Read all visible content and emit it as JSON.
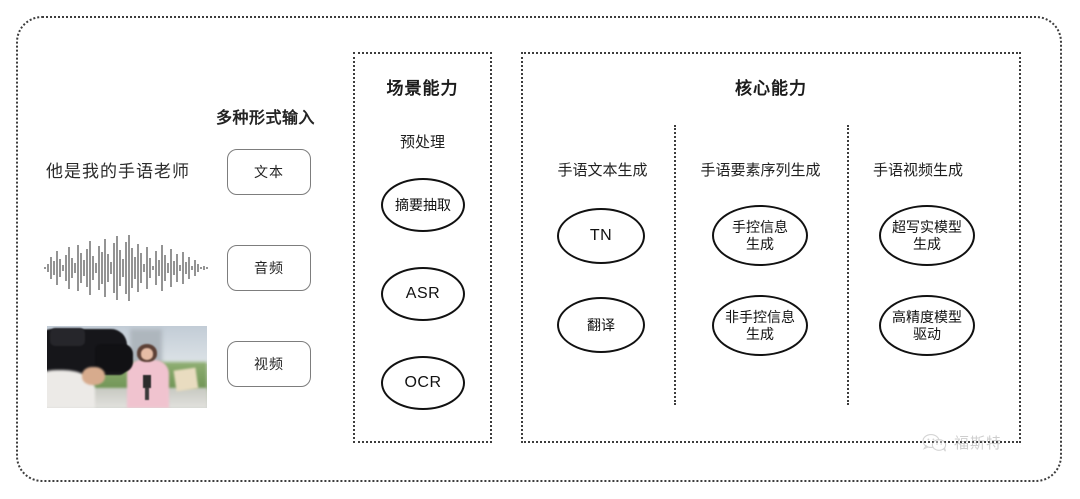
{
  "diagram": {
    "input_section": {
      "heading": "多种形式输入",
      "sample_text": "他是我的手语老师",
      "modality_pills": [
        {
          "label": "文本"
        },
        {
          "label": "音频"
        },
        {
          "label": "视频"
        }
      ],
      "waveform_alt": "audio-waveform",
      "photo_alt": "camera-operator-filming-reporter"
    },
    "scene_panel": {
      "title": "场景能力",
      "group_label": "预处理",
      "nodes": [
        {
          "label": "摘要抽取",
          "script": "cjk"
        },
        {
          "label": "ASR",
          "script": "latin"
        },
        {
          "label": "OCR",
          "script": "latin"
        }
      ]
    },
    "core_panel": {
      "title": "核心能力",
      "columns": [
        {
          "heading": "手语文本生成",
          "nodes": [
            {
              "label": "TN",
              "script": "latin"
            },
            {
              "label": "翻译",
              "script": "cjk"
            }
          ]
        },
        {
          "heading": "手语要素序列生成",
          "nodes": [
            {
              "label": "手控信息\n生成",
              "script": "cjk"
            },
            {
              "label": "非手控信息\n生成",
              "script": "cjk"
            }
          ]
        },
        {
          "heading": "手语视频生成",
          "nodes": [
            {
              "label": "超写实模型\n生成",
              "script": "cjk"
            },
            {
              "label": "高精度模型\n驱动",
              "script": "cjk"
            }
          ]
        }
      ]
    },
    "watermark": {
      "text": "福斯特",
      "icon": "wechat-icon"
    },
    "colors": {
      "border_dotted": "#3d3d3d",
      "node_stroke": "#111111",
      "pill_stroke": "#7d7d7d",
      "text": "#1a1a1a",
      "watermark": "#8d8d8d",
      "background": "#ffffff"
    }
  }
}
